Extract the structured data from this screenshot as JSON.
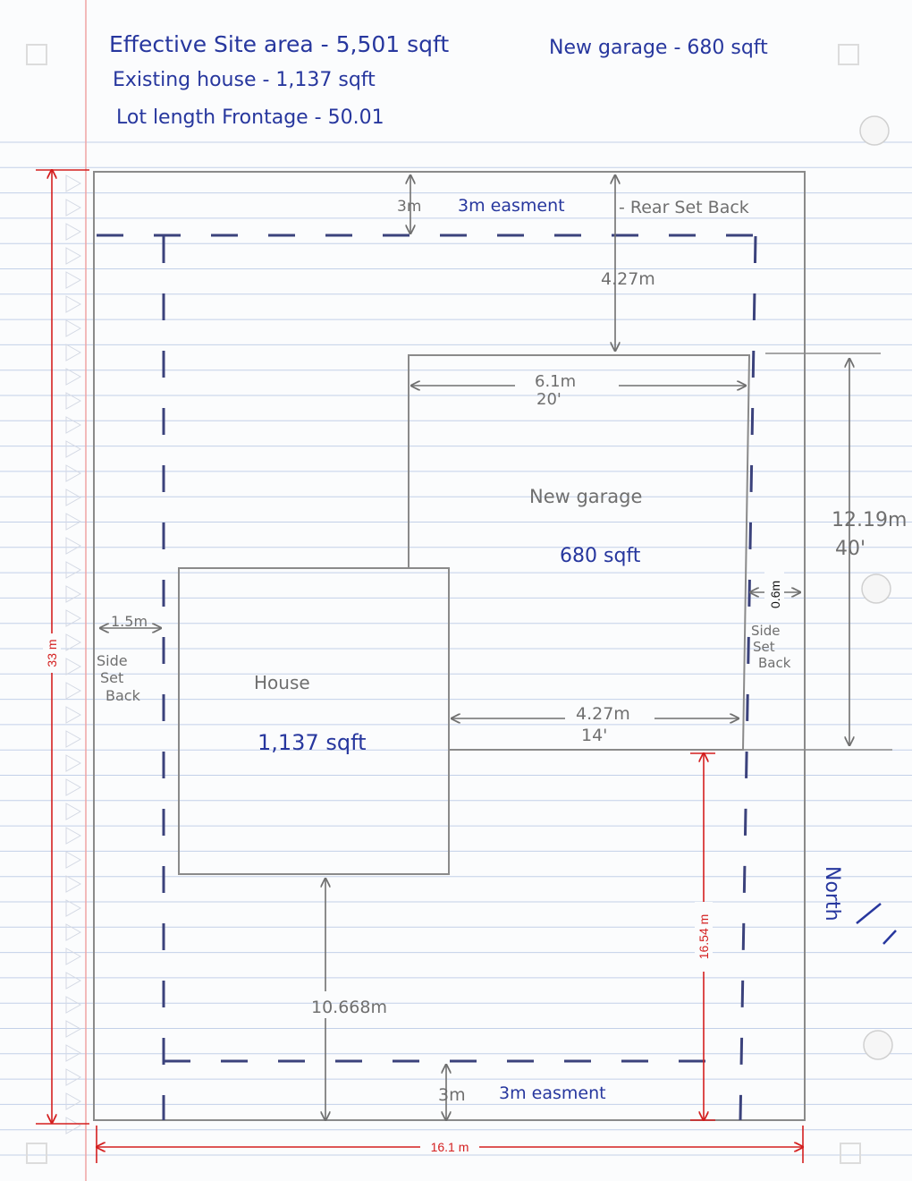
{
  "header": {
    "line1": "Effective Site area - 5,501 sqft",
    "line2": "Existing house - 1,137 sqft",
    "line3": "Lot length Frontage - 50.01",
    "new_garage": "New garage - 680 sqft"
  },
  "labels": {
    "rear_easement": "3m  easment",
    "rear_setback": "- Rear Set Back",
    "rear_setback_dim": "4.27m",
    "garage_width_m": "6.1m",
    "garage_width_ft": "20'",
    "garage_name": "New garage",
    "garage_area": "680 sqft",
    "garage_depth_m": "12.19m",
    "garage_depth_ft": "40'",
    "right_setback_dim": "0.6m",
    "right_side": "Side",
    "right_set": "Set",
    "right_back": "Back",
    "left_setback_dim": "1.5m",
    "left_side": "Side",
    "left_set": "Set",
    "left_back": "Back",
    "house_name": "House",
    "house_area": "1,137 sqft",
    "gap_m": "4.27m",
    "gap_ft": "14'",
    "front_dim": "10.668m",
    "front_easement": "3m  easment",
    "north": "North"
  },
  "dimensions": {
    "lot_depth": "33 m",
    "lot_width": "16.1 m",
    "garage_to_front": "16.54 m"
  },
  "colors": {
    "pencil": "#707070",
    "ink": "#27379e",
    "red": "#d41f1f",
    "rule_line": "#b9c8e4",
    "margin_line": "#f0a3a3"
  }
}
